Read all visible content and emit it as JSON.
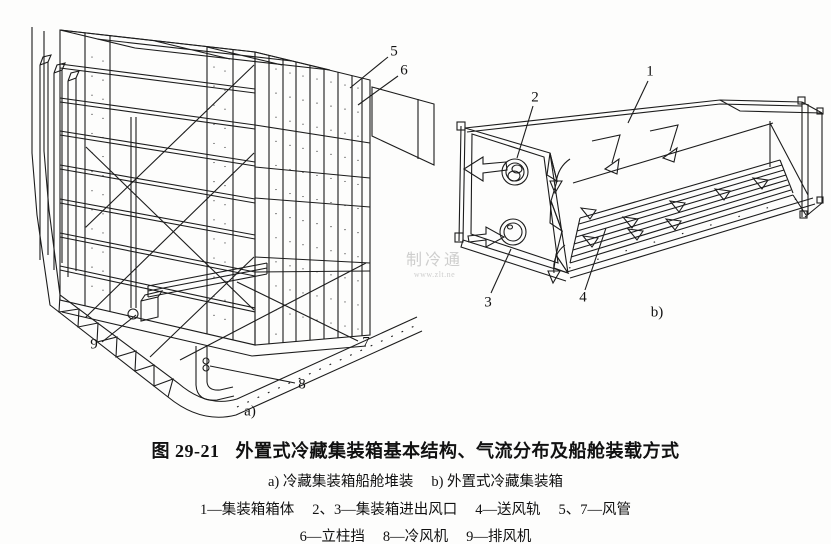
{
  "figure_caption": {
    "fig_no": "图 29-21",
    "title": "外置式冷藏集装箱基本结构、气流分布及船舱装载方式",
    "sub_a": "a) 冷藏集装箱船舱堆装",
    "sub_b": "b) 外置式冷藏集装箱",
    "legend_row1": [
      "1—集装箱箱体",
      "2、3—集装箱进出风口",
      "4—送风轨",
      "5、7—风管"
    ],
    "legend_row2": [
      "6—立柱挡",
      "8—冷风机",
      "9—排风机"
    ]
  },
  "diagram_a": {
    "caption": "a)",
    "labels": {
      "5": "5",
      "6": "6",
      "7": "7",
      "8": "8",
      "9": "9"
    }
  },
  "diagram_b": {
    "caption": "b)",
    "labels": {
      "1": "1",
      "2": "2",
      "3": "3",
      "4": "4"
    }
  },
  "watermark": {
    "name": "制冷通",
    "url": "www.zlt.ne"
  },
  "colors": {
    "line": "#1c1c1c",
    "paper": "#fdfdfc"
  }
}
